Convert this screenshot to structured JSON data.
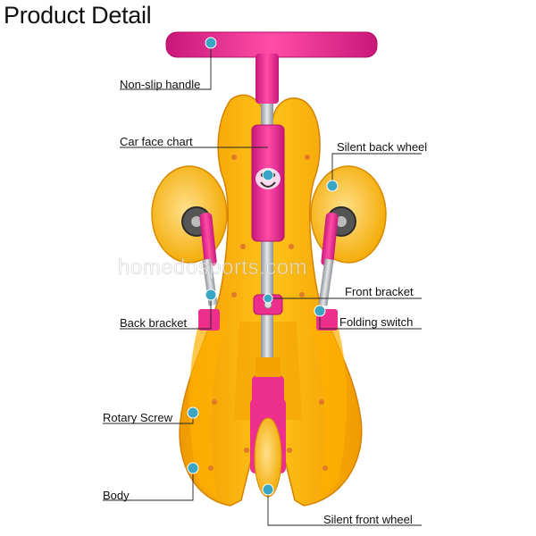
{
  "title": "Product Detail",
  "watermark": "homedosports.com",
  "labels": {
    "non_slip_handle": "Non-slip handle",
    "car_face_chart": "Car face chart",
    "silent_back_wheel": "Silent back wheel",
    "front_bracket": "Front bracket",
    "back_bracket": "Back bracket",
    "folding_switch": "Folding switch",
    "rotary_screw": "Rotary Screw",
    "body": "Body",
    "silent_front_wheel": "Silent front wheel"
  },
  "colors": {
    "body_yellow": "#f7b500",
    "body_shadow": "#e08a00",
    "handle_pink": "#ec2f8c",
    "pole_gray": "#b8bcc0",
    "callout_dot": "#3aa6c4",
    "wheel_cream": "#fbcf63"
  }
}
